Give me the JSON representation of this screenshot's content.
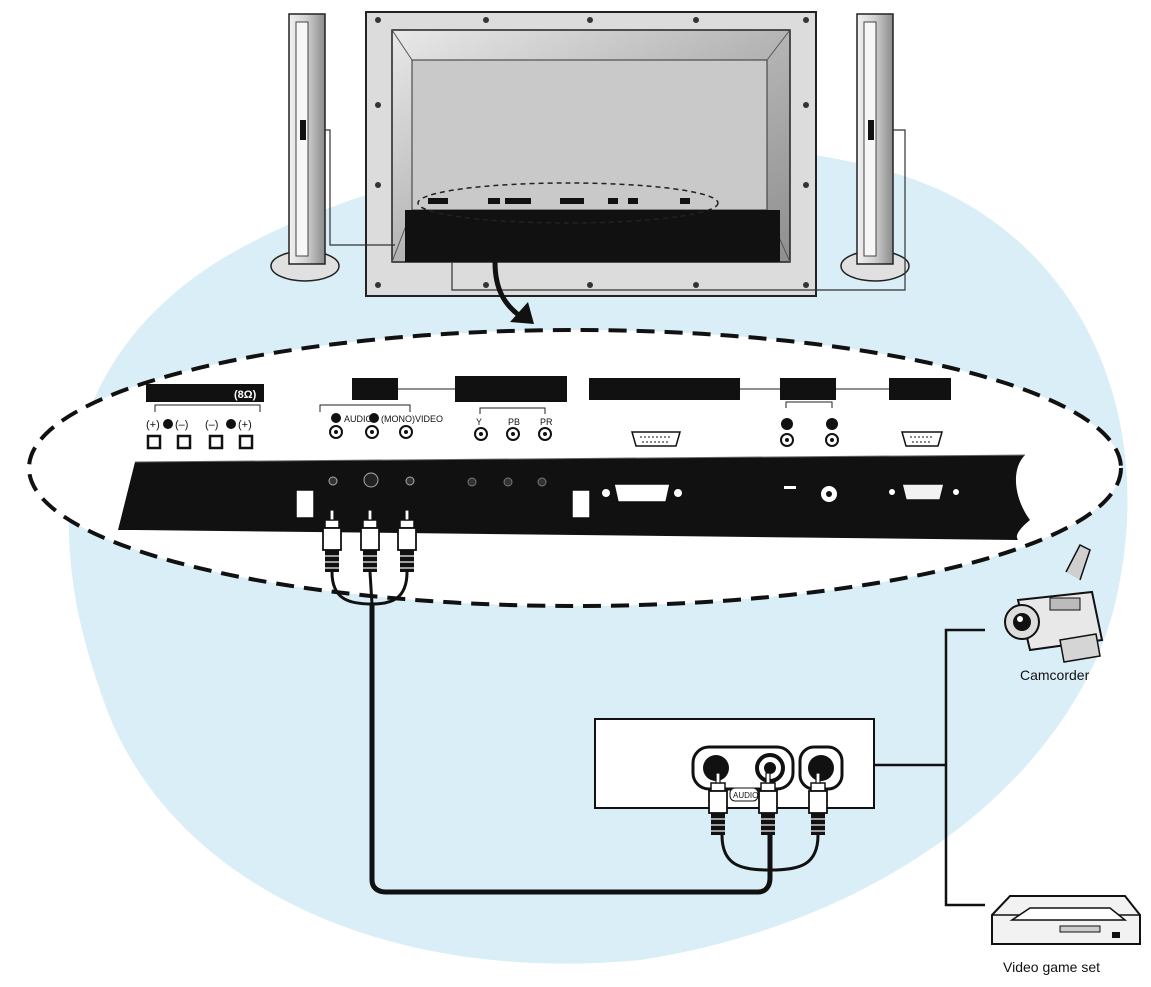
{
  "colors": {
    "background_blob": "#d9eef6",
    "panel_black": "#111111",
    "outline": "#1a1a1a",
    "screen_gray": "#bcbcbc",
    "frame_gray": "#dcdcdc"
  },
  "panel_labels": {
    "speaker_unit": "(8Ω)",
    "speaker_polarity": [
      "(+)",
      "(–)",
      "(–)",
      "(+)"
    ],
    "audio": "AUDIO",
    "mono_video": "(MONO)VIDEO",
    "component": [
      "Y",
      "PB",
      "PR"
    ]
  },
  "device_panel": {
    "audio_label": "AUDIO"
  },
  "devices": {
    "camcorder_label": "Camcorder",
    "game_label": "Video game set"
  },
  "icons": [
    "tv-icon",
    "speaker-icon",
    "rca-plug-icon",
    "camcorder-icon",
    "game-console-icon",
    "vga-port-icon",
    "arrow-icon"
  ]
}
